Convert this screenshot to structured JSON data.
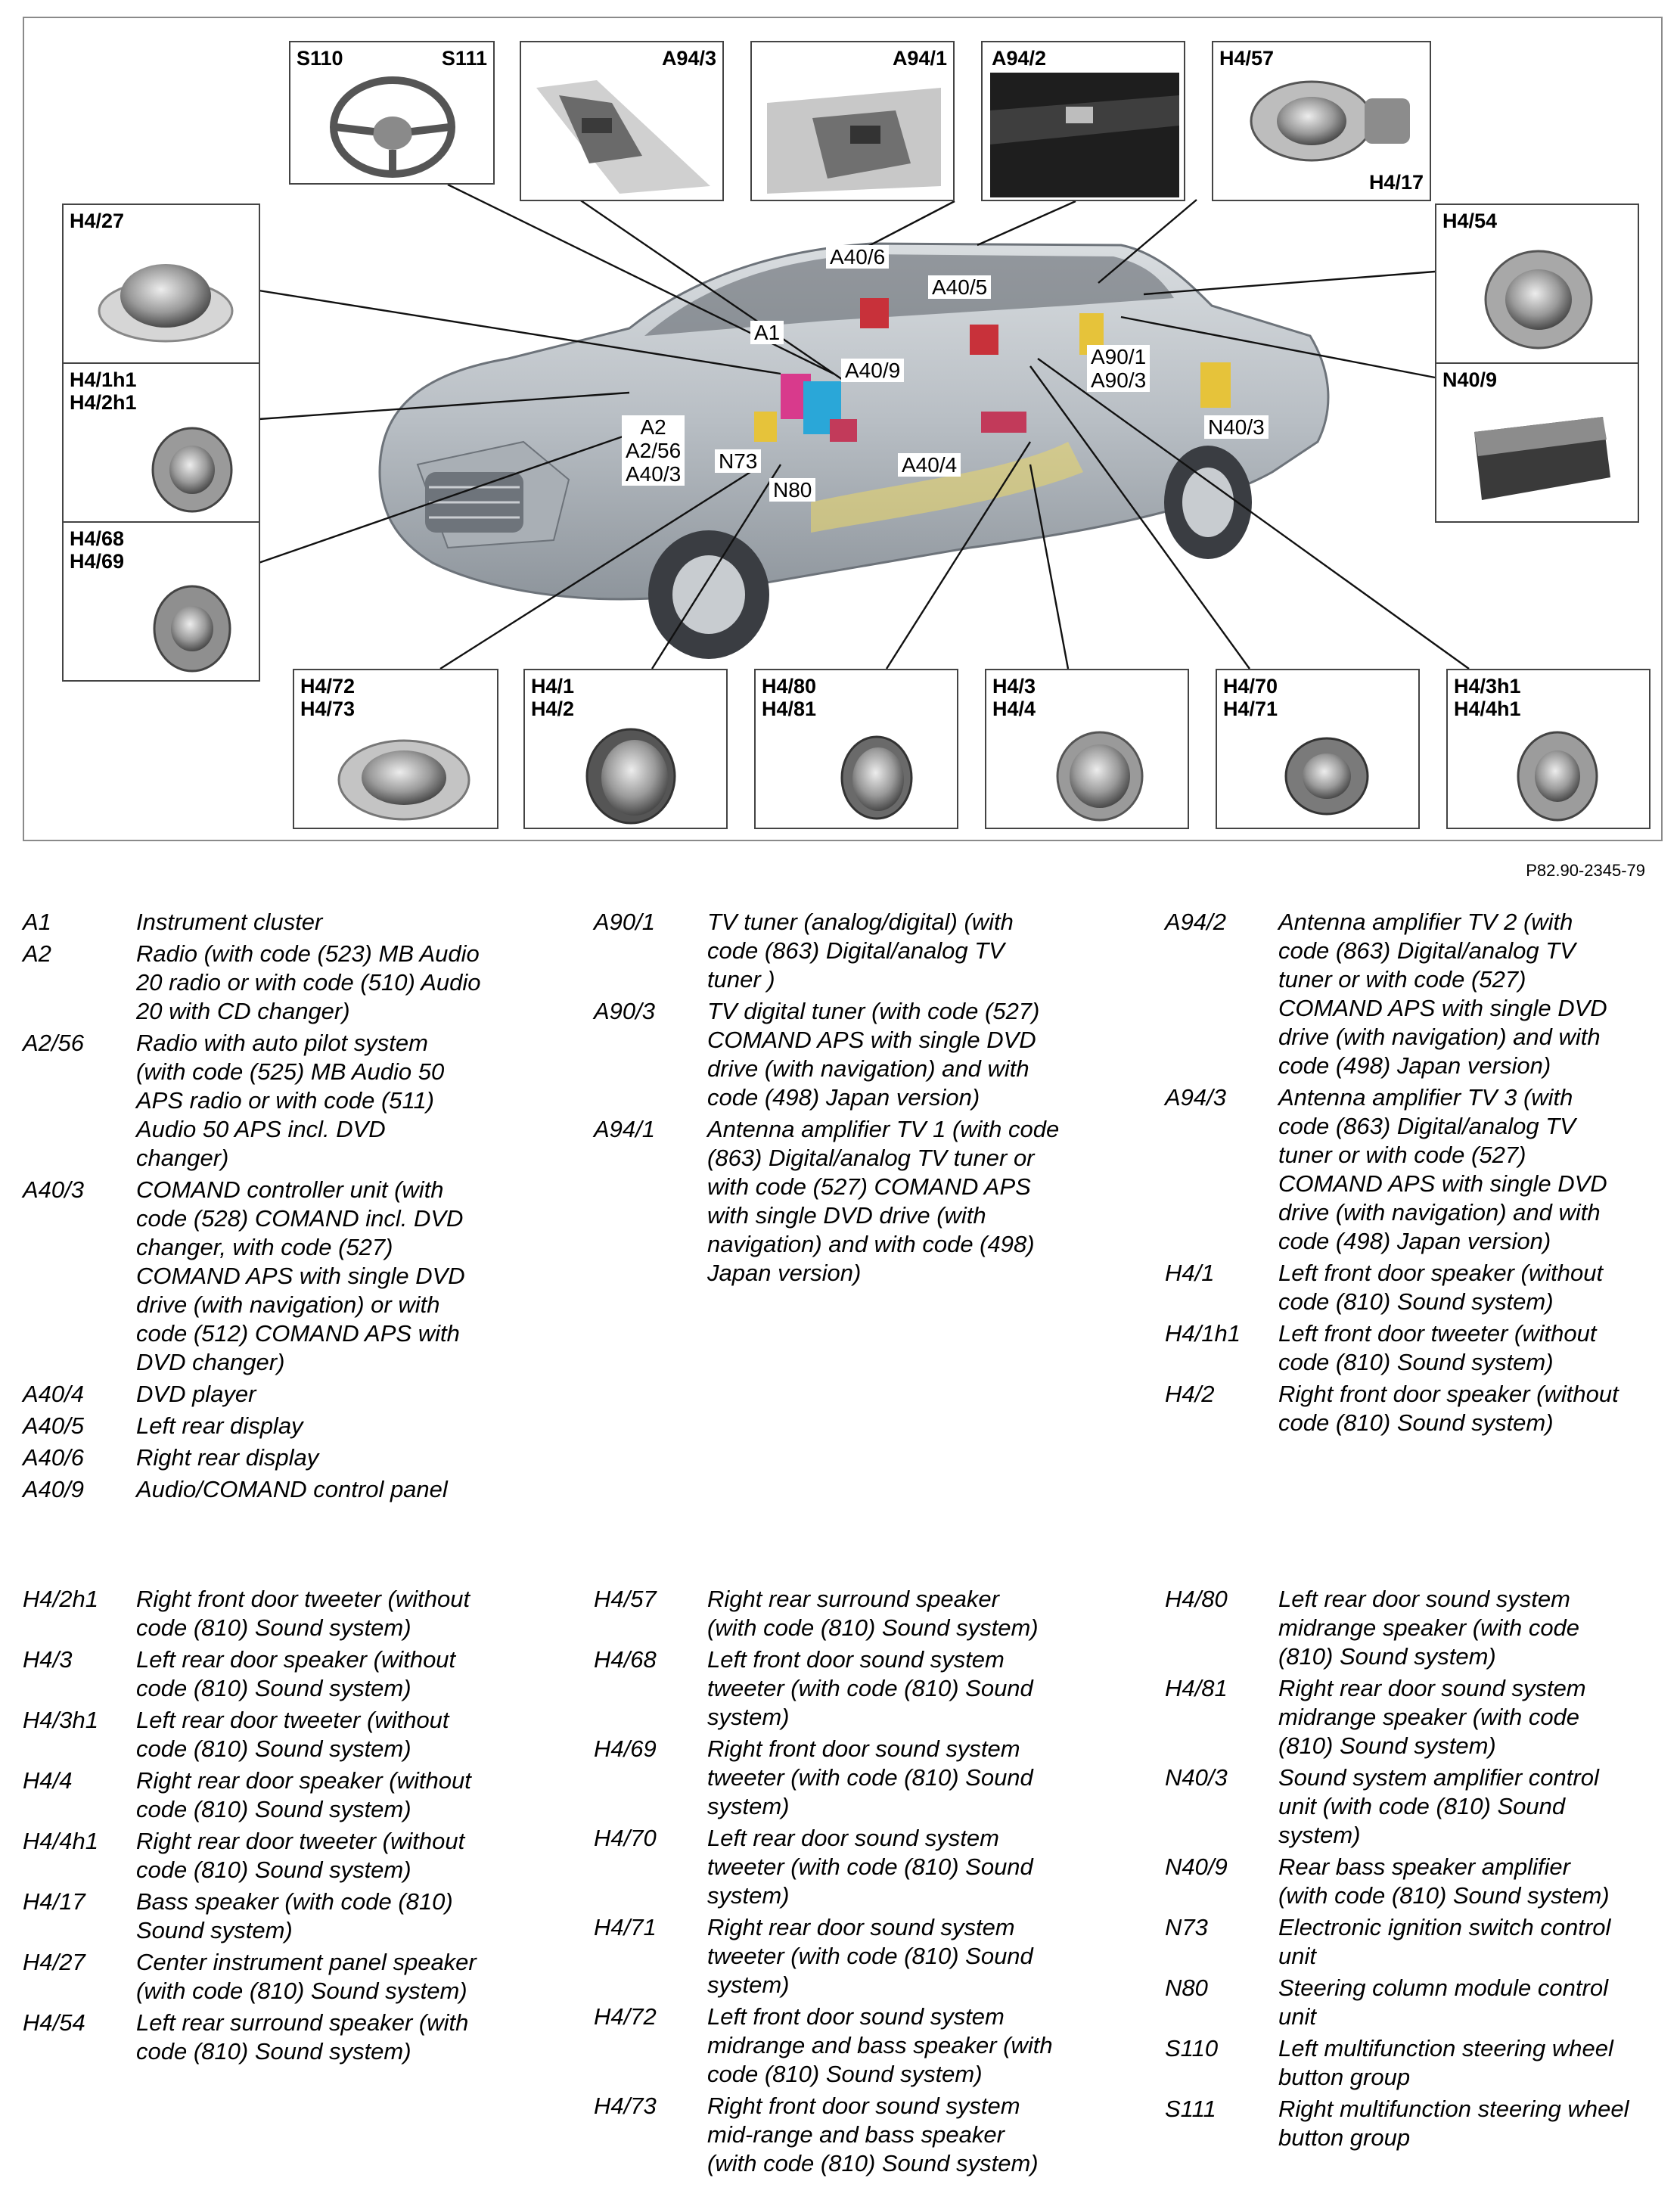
{
  "figure_ref": "P82.90-2345-79",
  "callouts": [
    {
      "id": "s110-s111",
      "left": "S110",
      "right": "S111"
    },
    {
      "id": "a94-3",
      "label": "A94/3"
    },
    {
      "id": "a94-1",
      "label": "A94/1"
    },
    {
      "id": "a94-2",
      "label": "A94/2"
    },
    {
      "id": "h4-57-17",
      "top": "H4/57",
      "bottom": "H4/17"
    },
    {
      "id": "h4-27",
      "label": "H4/27"
    },
    {
      "id": "h4-54",
      "label": "H4/54"
    },
    {
      "id": "h4-1h1",
      "label": "H4/1h1\nH4/2h1"
    },
    {
      "id": "n40-9",
      "label": "N40/9"
    },
    {
      "id": "h4-68",
      "label": "H4/68\nH4/69"
    },
    {
      "id": "h4-72",
      "label": "H4/72\nH4/73"
    },
    {
      "id": "h4-1",
      "label": "H4/1\nH4/2"
    },
    {
      "id": "h4-80",
      "label": "H4/80\nH4/81"
    },
    {
      "id": "h4-3",
      "label": "H4/3\nH4/4"
    },
    {
      "id": "h4-70",
      "label": "H4/70\nH4/71"
    },
    {
      "id": "h4-3h1",
      "label": "H4/3h1\nH4/4h1"
    }
  ],
  "car_labels": {
    "a40_6": "A40/6",
    "a40_5": "A40/5",
    "a1": "A1",
    "a40_9": "A40/9",
    "a90": "A90/1\nA90/3",
    "a2": "A2\nA2/56\nA40/3",
    "n73": "N73",
    "n80": "N80",
    "a40_4": "A40/4",
    "n40_3": "N40/3"
  },
  "legend_top": [
    [
      {
        "code": "A1",
        "desc": "Instrument cluster"
      },
      {
        "code": "A2",
        "desc": "Radio (with code (523) MB Audio\n20 radio or with code (510) Audio\n20 with CD changer)"
      },
      {
        "code": "A2/56",
        "desc": "Radio with auto pilot system\n(with code (525) MB Audio 50\nAPS radio or with code (511)\nAudio 50 APS incl. DVD\nchanger)"
      },
      {
        "code": "A40/3",
        "desc": "COMAND controller unit (with\ncode (528) COMAND incl. DVD\nchanger, with code (527)\nCOMAND APS with single DVD\ndrive (with navigation) or with\ncode (512) COMAND APS with\nDVD changer)"
      },
      {
        "code": "A40/4",
        "desc": "DVD player"
      },
      {
        "code": "A40/5",
        "desc": "Left rear display"
      },
      {
        "code": "A40/6",
        "desc": "Right rear display"
      },
      {
        "code": "A40/9",
        "desc": "Audio/COMAND control panel"
      }
    ],
    [
      {
        "code": "A90/1",
        "desc": "TV tuner (analog/digital) (with\ncode (863) Digital/analog TV\ntuner )"
      },
      {
        "code": "A90/3",
        "desc": "TV digital tuner (with code (527)\nCOMAND APS with single DVD\ndrive (with navigation) and with\ncode (498) Japan version)"
      },
      {
        "code": "A94/1",
        "desc": "Antenna amplifier TV 1 (with code\n(863) Digital/analog TV tuner  or\nwith code (527) COMAND APS\nwith single DVD drive (with\nnavigation) and with code (498)\nJapan version)"
      }
    ],
    [
      {
        "code": "A94/2",
        "desc": "Antenna amplifier TV 2 (with\ncode (863) Digital/analog TV\ntuner  or with code (527)\nCOMAND APS with single DVD\ndrive (with navigation) and with\ncode (498) Japan version)"
      },
      {
        "code": "A94/3",
        "desc": "Antenna amplifier TV 3 (with\ncode (863) Digital/analog TV\ntuner  or with code (527)\nCOMAND APS with single DVD\ndrive (with navigation) and with\ncode (498) Japan version)"
      },
      {
        "code": "H4/1",
        "desc": "Left front door speaker (without\ncode (810) Sound system)"
      },
      {
        "code": "H4/1h1",
        "desc": "Left front door tweeter (without\ncode (810) Sound system)"
      },
      {
        "code": "H4/2",
        "desc": "Right front door speaker (without\ncode (810) Sound system)"
      }
    ]
  ],
  "legend_bottom": [
    [
      {
        "code": "H4/2h1",
        "desc": "Right front door tweeter (without\ncode (810) Sound system)"
      },
      {
        "code": "H4/3",
        "desc": "Left rear door speaker (without\ncode (810) Sound system)"
      },
      {
        "code": "H4/3h1",
        "desc": "Left rear door tweeter (without\ncode (810) Sound system)"
      },
      {
        "code": "H4/4",
        "desc": "Right rear door speaker (without\ncode (810) Sound system)"
      },
      {
        "code": "H4/4h1",
        "desc": "Right rear door tweeter (without\ncode (810) Sound system)"
      },
      {
        "code": "H4/17",
        "desc": "Bass speaker (with code (810)\nSound system)"
      },
      {
        "code": "H4/27",
        "desc": "Center instrument panel speaker\n(with code (810) Sound system)"
      },
      {
        "code": "H4/54",
        "desc": "Left rear surround speaker (with\ncode (810) Sound system)"
      }
    ],
    [
      {
        "code": "H4/57",
        "desc": "Right rear surround speaker\n(with code (810) Sound system)"
      },
      {
        "code": "H4/68",
        "desc": "Left front door sound system\ntweeter (with code (810) Sound\nsystem)"
      },
      {
        "code": "H4/69",
        "desc": "Right front door sound system\ntweeter (with code (810) Sound\nsystem)"
      },
      {
        "code": "H4/70",
        "desc": "Left rear door sound system\ntweeter (with code (810) Sound\nsystem)"
      },
      {
        "code": "H4/71",
        "desc": "Right rear door sound system\ntweeter (with code (810) Sound\nsystem)"
      },
      {
        "code": "H4/72",
        "desc": "Left front door sound system\nmidrange and bass speaker (with\ncode (810) Sound system)"
      },
      {
        "code": "H4/73",
        "desc": "Right front door sound system\nmid-range and bass speaker\n(with code (810) Sound system)"
      }
    ],
    [
      {
        "code": "H4/80",
        "desc": "Left rear door sound system\nmidrange speaker (with code\n(810) Sound system)"
      },
      {
        "code": "H4/81",
        "desc": "Right rear door sound system\nmidrange speaker (with code\n(810) Sound system)"
      },
      {
        "code": "N40/3",
        "desc": "Sound system amplifier control\nunit (with code (810) Sound\nsystem)"
      },
      {
        "code": "N40/9",
        "desc": "Rear bass speaker amplifier\n(with code (810) Sound system)"
      },
      {
        "code": "N73",
        "desc": "Electronic ignition switch control\nunit"
      },
      {
        "code": "N80",
        "desc": "Steering column module control\nunit"
      },
      {
        "code": "S110",
        "desc": "Left multifunction steering wheel\nbutton group"
      },
      {
        "code": "S111",
        "desc": "Right multifunction steering wheel\nbutton group"
      }
    ]
  ]
}
